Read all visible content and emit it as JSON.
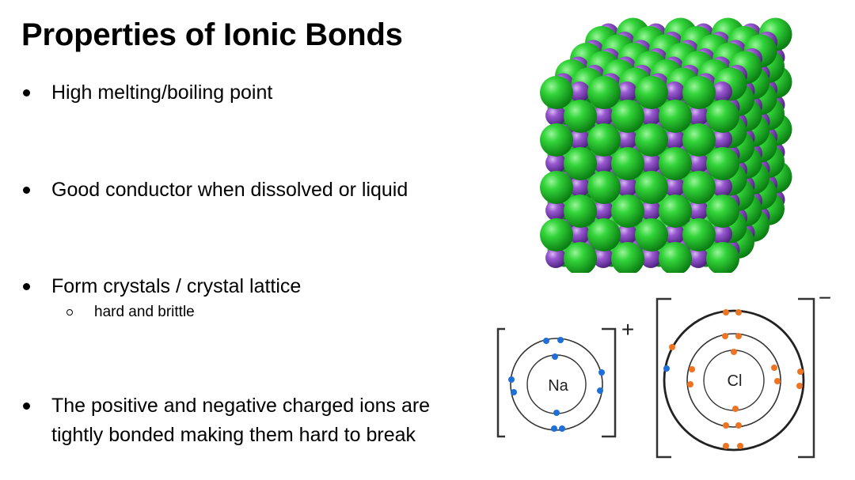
{
  "slide": {
    "title": "Properties of Ionic Bonds",
    "bullets": [
      {
        "text": "High melting/boiling point"
      },
      {
        "text": "Good conductor when dissolved or liquid"
      },
      {
        "text": "Form crystals / crystal lattice",
        "sub": [
          "hard and brittle"
        ]
      },
      {
        "text": "The positive and negative charged ions are tightly bonded making them hard to break"
      }
    ]
  },
  "figures": {
    "lattice": {
      "colors": {
        "large_ion": "#22c22b",
        "small_ion": "#8a4ac4"
      }
    },
    "na_diagram": {
      "symbol": "Na",
      "charge": "+",
      "electron_color": "#1f6fd8"
    },
    "cl_diagram": {
      "symbol": "Cl",
      "charge": "−",
      "electron_color": "#ee7322"
    }
  }
}
